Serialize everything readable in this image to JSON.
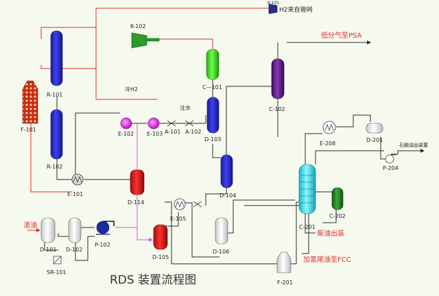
{
  "title": "RDS 装置流程图",
  "colors": {
    "background": "#f6f9ee",
    "line_black": "#2b2b2b",
    "line_red": "#e0302a",
    "line_pink": "#d45ad8",
    "blue_vessel": "#2c2fd8",
    "red_vessel": "#e02020",
    "green_vessel": "#37e01f",
    "purple_vessel": "#5a1a80",
    "cyan_vessel": "#3fe0ee",
    "white_vessel": "#ffffff",
    "dark_green_vessel": "#2d8a2a",
    "navy_pump": "#1b2b9a",
    "exchanger_magenta": "#e020e0",
    "compressor_green": "#2a9a2a",
    "compressor_navy": "#2a2a90",
    "furnace_red": "#d03018"
  },
  "icons": {
    "furnace": "furnace-icon",
    "compressor": "compressor-icon",
    "heat_exchanger": "heat-exchanger-icon",
    "air_cooler": "air-cooler-icon",
    "pump": "pump-icon",
    "filter": "filter-icon"
  },
  "equipment": {
    "r101": "R-101",
    "r102": "R-102",
    "f101": "F-101",
    "e101": "E-101",
    "e102": "E-102",
    "e103": "E-103",
    "a101": "A-101",
    "a102": "A-102",
    "d103": "D-103",
    "d104": "D-104",
    "d114": "D-114",
    "c101": "C—101",
    "c102": "C-102",
    "k101": "K-101",
    "k102": "K-102",
    "d101": "D-101",
    "d102": "D-102",
    "p102": "P-102",
    "sr101": "SR-101",
    "d105": "D-105",
    "e105": "E-105",
    "d106": "D-106",
    "c201": "C-201",
    "c202": "C-202",
    "e208": "E-208",
    "d201": "D-201",
    "p204": "P-204",
    "f201": "F-201"
  },
  "streams": {
    "h2_supply": "H2来自管网",
    "low_gas_psa": "低分气至PSA",
    "cold_h2": "冷H2",
    "water_injection": "注水",
    "feed_oil": "渣油",
    "naphtha_out": "石脑油出装置",
    "diesel_out": "柴油出装",
    "tail_oil_fcc": "加氢尾油至FCC"
  }
}
